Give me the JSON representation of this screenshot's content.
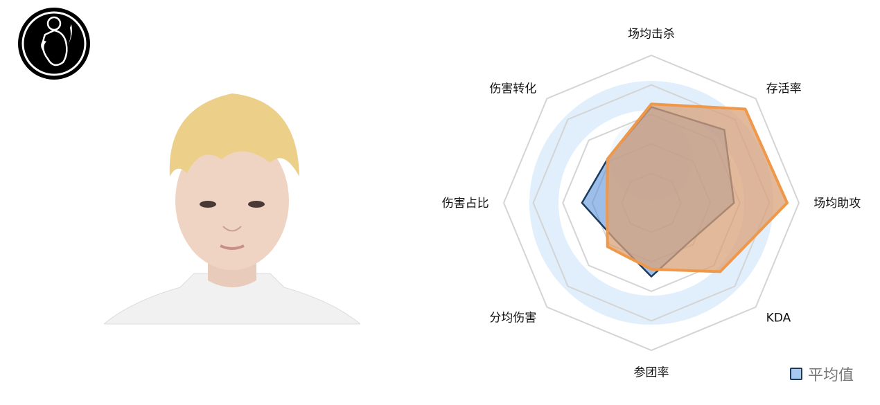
{
  "logo": {
    "icon": "team-logo-icon"
  },
  "photo": {
    "icon": "player-photo"
  },
  "chart_data": {
    "type": "radar",
    "axes": [
      "场均击杀",
      "存活率",
      "场均助攻",
      "KDA",
      "参团率",
      "分均伤害",
      "伤害占比",
      "伤害转化"
    ],
    "range": [
      0,
      1
    ],
    "rings": 5,
    "series": [
      {
        "name": "平均值",
        "values": [
          0.65,
          0.7,
          0.56,
          0.37,
          0.5,
          0.35,
          0.47,
          0.42
        ],
        "color": "#1c3a5e",
        "fill": "#5b93d8"
      },
      {
        "values": [
          0.67,
          0.9,
          0.92,
          0.66,
          0.45,
          0.42,
          0.3,
          0.42
        ],
        "color": "#f0984a",
        "fill": "#d9a27a"
      }
    ],
    "legend": {
      "position": "bottom-right",
      "entries": [
        "平均值"
      ]
    }
  }
}
